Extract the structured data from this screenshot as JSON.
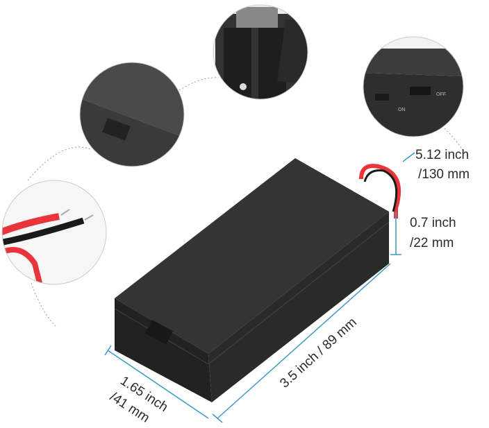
{
  "dimensions": {
    "wire_length": {
      "line1": "5.12 inch",
      "line2": "/130 mm"
    },
    "height": {
      "line1": "0.7 inch",
      "line2": "/22 mm"
    },
    "length": {
      "text": "3.5 inch / 89 mm"
    },
    "width": {
      "line1": "1.65 inch",
      "line2": "/41 mm"
    }
  },
  "switch_labels": {
    "on": "ON",
    "off": "OFF"
  },
  "colors": {
    "dimension_line": "#3a9cc0",
    "case": "#2b2b2b",
    "wire_red": "#e8343a",
    "wire_black": "#1a1a1a"
  }
}
